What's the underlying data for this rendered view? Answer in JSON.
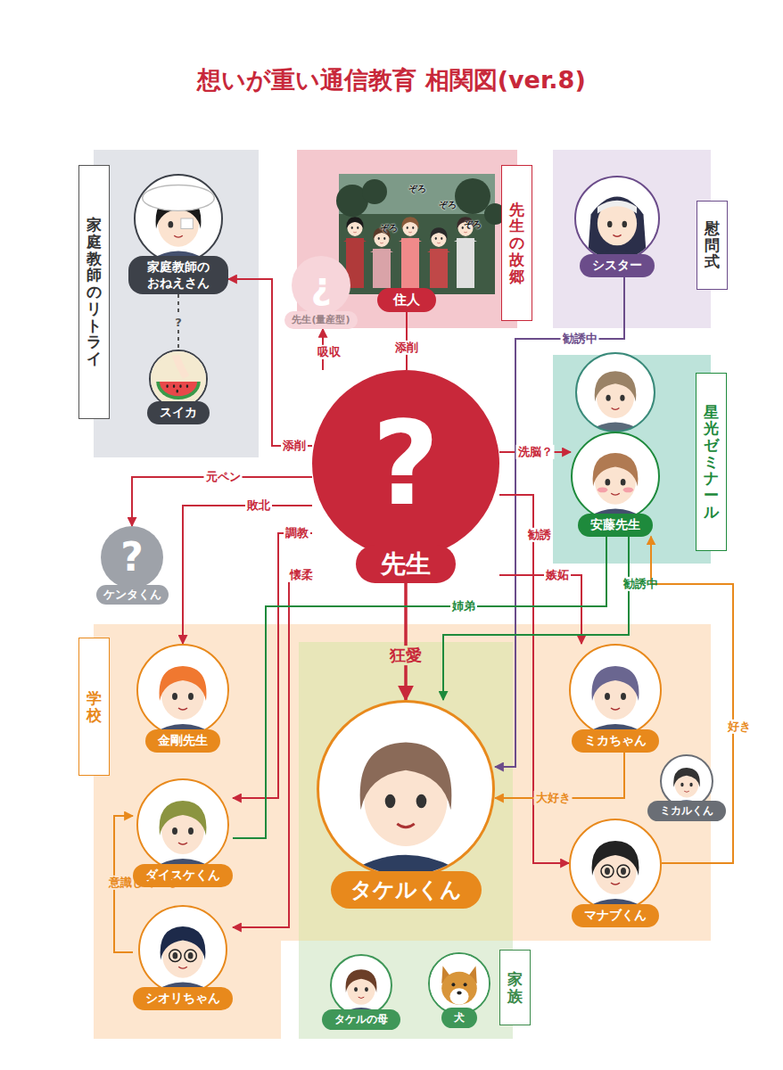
{
  "diagram": {
    "title": "想いが重い通信教育 相関図(ver.8)",
    "nodes": [
      {
        "text": [
          "家庭教師のリトライ"
        ]
      },
      {
        "text": [
          "家庭教師の おねえさん"
        ],
        "in": 0
      },
      {
        "text": [
          "スイカ"
        ],
        "in": 0
      },
      {
        "text": [
          "先生の故郷"
        ]
      },
      {
        "text": [
          "住人"
        ],
        "in": 3
      },
      {
        "text": [
          "慰問式"
        ]
      },
      {
        "text": [
          "シスター"
        ],
        "in": 5
      },
      {
        "text": [
          "¿",
          "先生(量産型)"
        ]
      },
      {
        "text": [
          "?",
          "先生"
        ]
      },
      {
        "text": [
          "星光ゼミナール"
        ]
      },
      {
        "text": [
          "安藤先生"
        ],
        "in": 9
      },
      {
        "text": [
          "?",
          "ケンタくん"
        ]
      },
      {
        "text": [
          "学校"
        ]
      },
      {
        "text": [
          "金剛先生"
        ],
        "in": 12
      },
      {
        "text": [
          "ダイスケくん"
        ],
        "in": 12
      },
      {
        "text": [
          "シオリちゃん"
        ],
        "in": 12
      },
      {
        "text": [
          "ミカちゃん"
        ],
        "in": 12
      },
      {
        "text": [
          "ミカルくん"
        ],
        "in": 12
      },
      {
        "text": [
          "マナブくん"
        ],
        "in": 12
      },
      {
        "text": [
          "タケルくん"
        ],
        "in": 12
      },
      {
        "text": [
          "家族"
        ]
      },
      {
        "text": [
          "タケルの母"
        ],
        "in": 20
      },
      {
        "text": [
          "犬"
        ],
        "in": 20
      }
    ],
    "edges": [
      {
        "from": 8,
        "to": 1,
        "label": "添削",
        "arrow": "to"
      },
      {
        "from": 8,
        "to": 7,
        "label": "吸収",
        "arrow": "to"
      },
      {
        "from": 4,
        "to": 8,
        "label": "添削",
        "arrow": "none"
      },
      {
        "from": 1,
        "to": 2,
        "label": "?",
        "arrow": "none"
      },
      {
        "from": 8,
        "to": 10,
        "label": "洗脳？",
        "arrow": "to"
      },
      {
        "from": 6,
        "to": 19,
        "label": "勧誘中",
        "arrow": "to"
      },
      {
        "from": 8,
        "to": 11,
        "label": "元ペン",
        "arrow": "to"
      },
      {
        "from": 8,
        "to": 13,
        "label": "敗北",
        "arrow": "to"
      },
      {
        "from": 8,
        "to": 14,
        "label": "調教",
        "arrow": "to"
      },
      {
        "from": 8,
        "to": 15,
        "label": "懐柔",
        "arrow": "to"
      },
      {
        "from": 8,
        "to": 16,
        "label": "嫉妬",
        "arrow": "to"
      },
      {
        "from": 8,
        "to": 18,
        "label": "勧誘",
        "arrow": "to"
      },
      {
        "from": 8,
        "to": 19,
        "label": "狂愛",
        "arrow": "to"
      },
      {
        "from": 10,
        "to": 14,
        "label": "姉弟",
        "arrow": "none"
      },
      {
        "from": 10,
        "to": 19,
        "label": "勧誘中",
        "arrow": "to"
      },
      {
        "from": 16,
        "to": 19,
        "label": "大好き",
        "arrow": "to"
      },
      {
        "from": 18,
        "to": 10,
        "label": "好き",
        "arrow": "to"
      },
      {
        "from": 15,
        "to": 14,
        "label": "意識している",
        "arrow": "to"
      }
    ],
    "labels": [
      "ぞろ",
      "ぞろ",
      "ぞろ",
      "ぞろ"
    ]
  }
}
